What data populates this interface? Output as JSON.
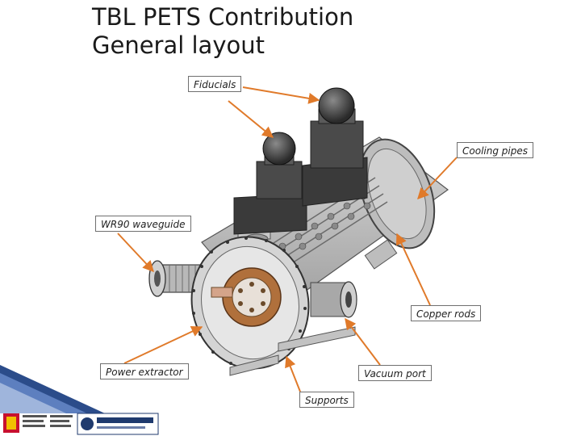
{
  "slide": {
    "title_line1": "TBL PETS Contribution",
    "title_line2": "General layout"
  },
  "callouts": {
    "fiducials": "Fiducials",
    "cooling_pipes": "Cooling pipes",
    "wr90_waveguide": "WR90 waveguide",
    "copper_rods": "Copper rods",
    "power_extractor": "Power extractor",
    "vacuum_port": "Vacuum port",
    "supports": "Supports"
  },
  "colors": {
    "arrow": "#e07a2a",
    "frame": "#6f6f6f",
    "copper": "#b0703c",
    "steel": "#9a9a9a",
    "dark_steel": "#3a3a3a",
    "accent_blue": "#1f3a6e"
  },
  "logos": {
    "left_logo": "ministry-logo",
    "right_logo": "ciemat-logo"
  }
}
